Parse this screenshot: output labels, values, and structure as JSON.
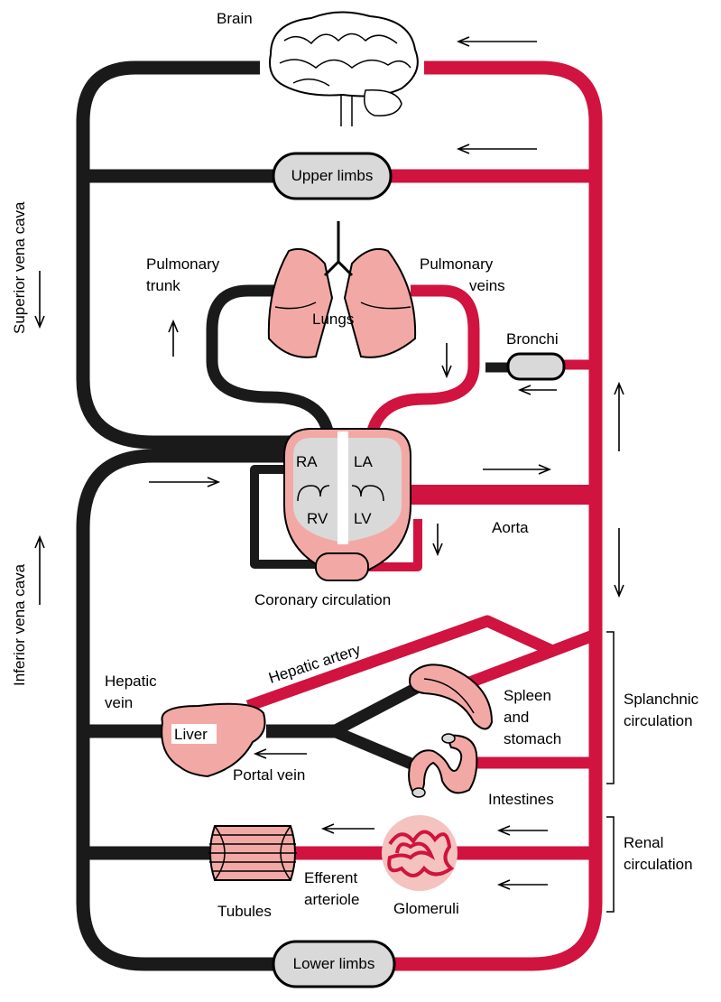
{
  "labels": {
    "brain": "Brain",
    "upper_limbs": "Upper limbs",
    "lower_limbs": "Lower limbs",
    "superior_vena_cava": "Superior vena cava",
    "inferior_vena_cava": "Inferior vena cava",
    "pulmonary_trunk_1": "Pulmonary",
    "pulmonary_trunk_2": "trunk",
    "pulmonary_veins_1": "Pulmonary",
    "pulmonary_veins_2": "veins",
    "lungs": "Lungs",
    "bronchi": "Bronchi",
    "ra": "RA",
    "la": "LA",
    "rv": "RV",
    "lv": "LV",
    "aorta": "Aorta",
    "coronary_circulation": "Coronary circulation",
    "hepatic_artery": "Hepatic artery",
    "hepatic_vein_1": "Hepatic",
    "hepatic_vein_2": "vein",
    "liver": "Liver",
    "portal_vein": "Portal vein",
    "spleen_1": "Spleen",
    "spleen_2": "and",
    "spleen_3": "stomach",
    "intestines": "Intestines",
    "splanchnic_1": "Splanchnic",
    "splanchnic_2": "circulation",
    "renal_1": "Renal",
    "renal_2": "circulation",
    "efferent_1": "Efferent",
    "efferent_2": "arteriole",
    "tubules": "Tubules",
    "glomeruli": "Glomeruli"
  },
  "colors": {
    "vein": "#1a1a1a",
    "artery": "#d0133f",
    "organ_gray": "#d9d9d9",
    "organ_pink": "#f2a9a5"
  }
}
